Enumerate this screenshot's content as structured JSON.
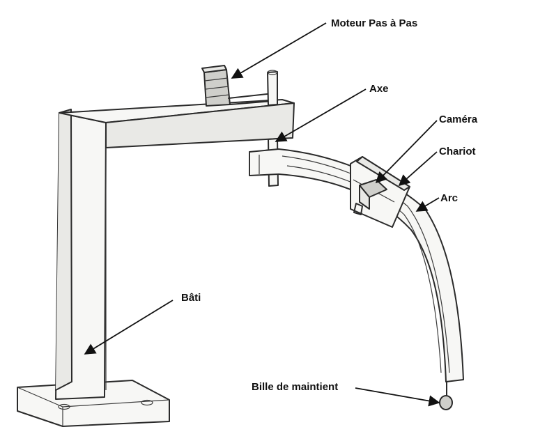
{
  "labels": {
    "moteur": "Moteur Pas à Pas",
    "axe": "Axe",
    "camera": "Caméra",
    "chariot": "Chariot",
    "arc": "Arc",
    "bati": "Bâti",
    "bille": "Bille de maintient"
  },
  "colors": {
    "ink": "#111111",
    "pencil": "#2a2a2a",
    "paper": "#ffffff"
  }
}
